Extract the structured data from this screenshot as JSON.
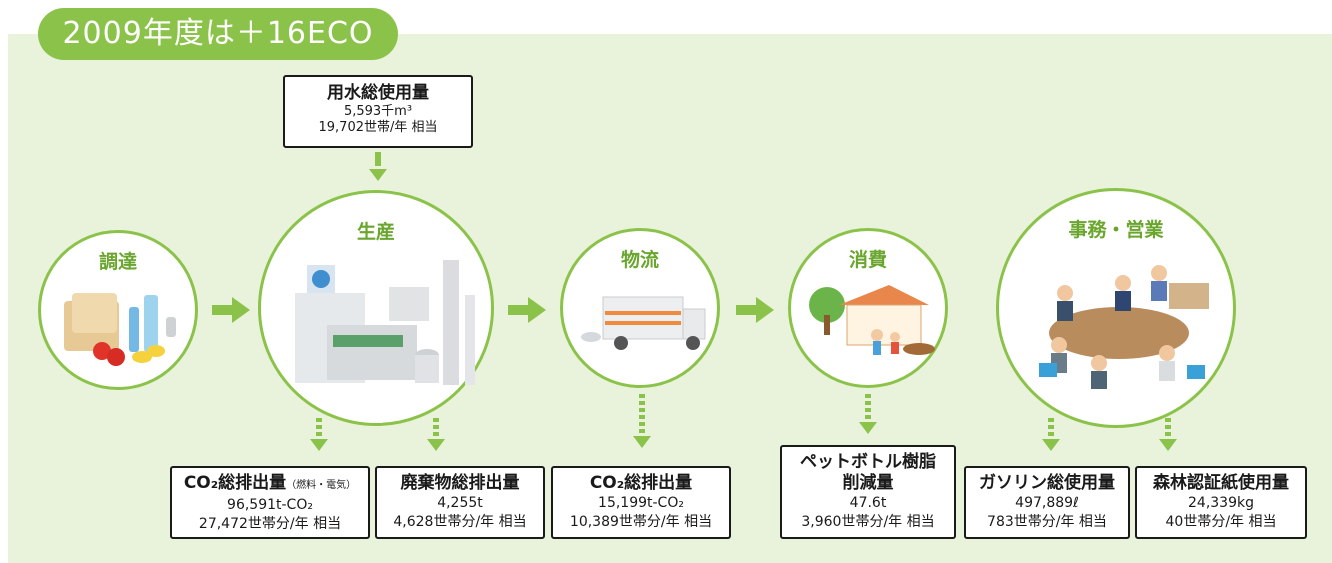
{
  "title": "2009年度は＋16ECO",
  "stages": {
    "procurement": "調達",
    "production": "生産",
    "logistics": "物流",
    "consumption": "消費",
    "office": "事務・営業"
  },
  "water_box": {
    "title": "用水総使用量",
    "value": "5,593千m³",
    "equiv": "19,702世帯/年 相当"
  },
  "boxes": {
    "co2_production": {
      "title": "CO₂総排出量",
      "note": "（燃料・電気）",
      "value": "96,591t-CO₂",
      "equiv": "27,472世帯分/年 相当"
    },
    "waste": {
      "title": "廃棄物総排出量",
      "value": "4,255t",
      "equiv": "4,628世帯分/年 相当"
    },
    "co2_logistics": {
      "title": "CO₂総排出量",
      "value": "15,199t-CO₂",
      "equiv": "10,389世帯分/年 相当"
    },
    "pet": {
      "title1": "ペットボトル樹脂",
      "title2": "削減量",
      "value": "47.6t",
      "equiv": "3,960世帯分/年 相当"
    },
    "gasoline": {
      "title": "ガソリン総使用量",
      "value": "497,889ℓ",
      "equiv": "783世帯分/年 相当"
    },
    "paper": {
      "title": "森林認証紙使用量",
      "value": "24,339kg",
      "equiv": "40世帯分/年 相当"
    }
  },
  "colors": {
    "accent": "#8bc34a",
    "panel": "#e9f2db",
    "label": "#6aa62e"
  },
  "icons": [
    "ingredients-illustration",
    "factory-illustration",
    "truck-illustration",
    "house-family-illustration",
    "office-meeting-illustration"
  ]
}
